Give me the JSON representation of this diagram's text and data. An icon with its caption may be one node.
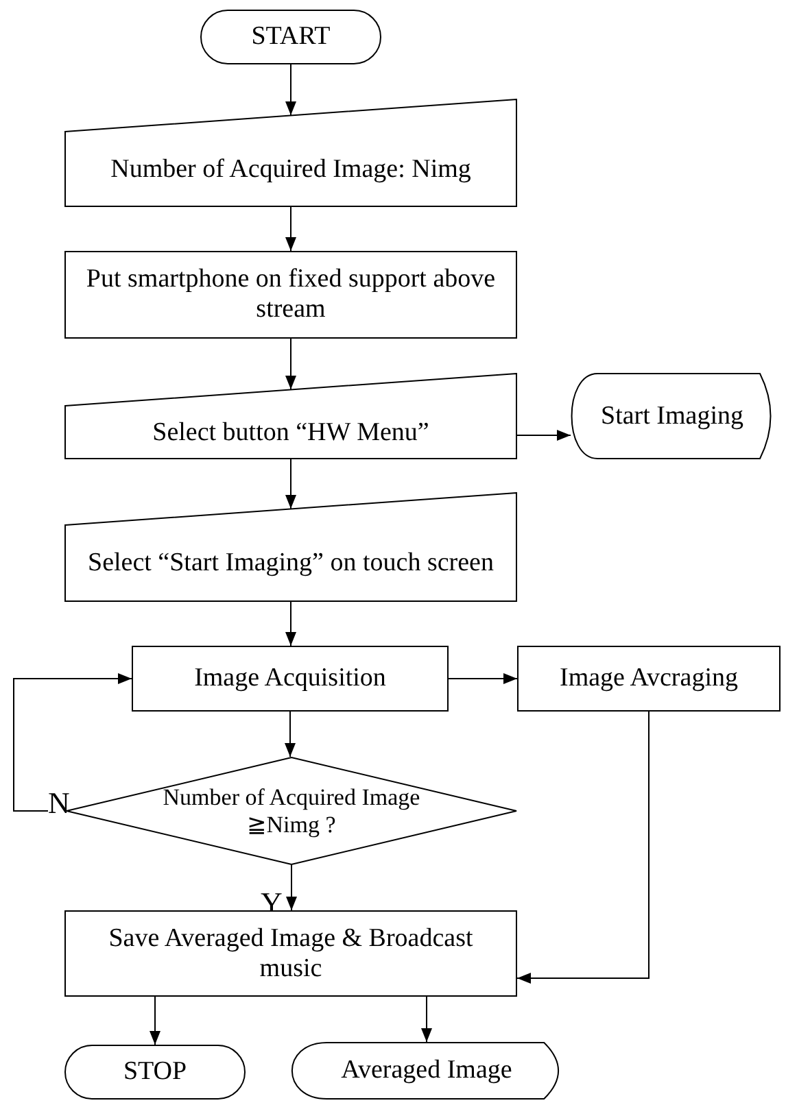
{
  "diagram": {
    "nodes": [
      {
        "text": [
          "START"
        ]
      },
      {
        "text": [
          "Number of Acquired Image: Nimg"
        ]
      },
      {
        "text": [
          "Put smartphone on fixed support above stream"
        ]
      },
      {
        "text": [
          "Select button “HW Menu”"
        ]
      },
      {
        "text": [
          "Start Imaging"
        ]
      },
      {
        "text": [
          "Select “Start Imaging” on touch screen"
        ]
      },
      {
        "text": [
          "Image Acquisition"
        ]
      },
      {
        "text": [
          "Image Avcraging"
        ]
      },
      {
        "text": [
          "Number of Acquired Image ≧Nimg ?"
        ]
      },
      {
        "text": [
          "Save Averaged Image & Broadcast music"
        ]
      },
      {
        "text": [
          "STOP"
        ]
      },
      {
        "text": [
          "Averaged Image"
        ]
      }
    ],
    "edges": [
      {
        "from": 0,
        "to": 1,
        "arrow": "to"
      },
      {
        "from": 1,
        "to": 2,
        "arrow": "to"
      },
      {
        "from": 2,
        "to": 3,
        "arrow": "to"
      },
      {
        "from": 3,
        "to": 4,
        "arrow": "to"
      },
      {
        "from": 3,
        "to": 5,
        "arrow": "to"
      },
      {
        "from": 5,
        "to": 6,
        "arrow": "to"
      },
      {
        "from": 6,
        "to": 7,
        "arrow": "to"
      },
      {
        "from": 6,
        "to": 8,
        "arrow": "to"
      },
      {
        "from": 8,
        "to": 6,
        "label": "N",
        "arrow": "to"
      },
      {
        "from": 8,
        "to": 9,
        "label": "Y",
        "arrow": "to"
      },
      {
        "from": 7,
        "to": 9,
        "arrow": "to"
      },
      {
        "from": 9,
        "to": 10,
        "arrow": "to"
      },
      {
        "from": 9,
        "to": 11,
        "arrow": "to"
      }
    ]
  }
}
